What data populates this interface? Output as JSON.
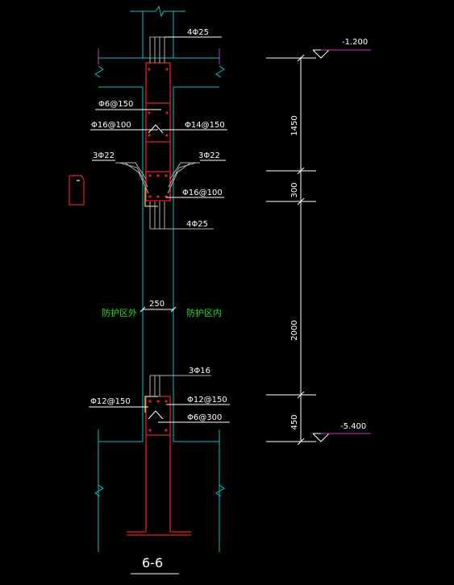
{
  "section_title": "6-6",
  "colors": {
    "background": "#000000",
    "outline": "#00c8c8",
    "rebar": "#e02020",
    "leader": "#ffffff",
    "level": "#cc33cc",
    "zone_text": "#22dd22",
    "accent": "#e0d040"
  },
  "rebar_labels": {
    "top_main": "4Φ25",
    "stirrup_upper": "Φ6@150",
    "dist_left": "Φ16@100",
    "dist_right": "Φ14@150",
    "beam_left": "3Φ22",
    "beam_right": "3Φ22",
    "beam_stirrup": "Φ16@100",
    "beam_bottom": "4Φ25",
    "bottom_main": "3Φ16",
    "bottom_left": "Φ12@150",
    "bottom_right": "Φ12@150",
    "bottom_stirrup": "Φ6@300"
  },
  "wall_thickness": "250",
  "zones": {
    "outside": "防护区外",
    "inside": "防护区内"
  },
  "levels": {
    "top": "-1.200",
    "bottom": "-5.400"
  },
  "dimensions": [
    "1450",
    "300",
    "2000",
    "450"
  ]
}
